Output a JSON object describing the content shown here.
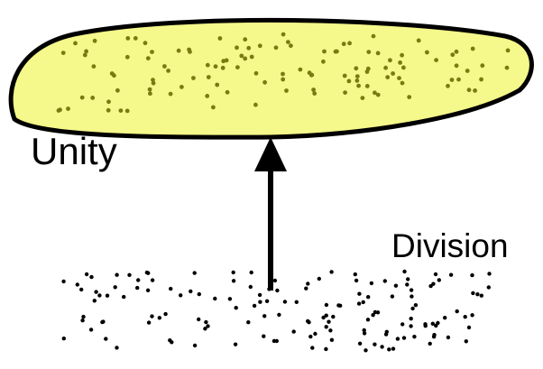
{
  "labels": {
    "unity": "Unity",
    "division": "Division"
  },
  "colors": {
    "blob_fill": "#f5f88a",
    "blob_dots": "#7a7a12",
    "outline": "#000000",
    "scatter_dots": "#000000"
  },
  "arrow": {
    "direction": "up",
    "from": "division",
    "to": "unity"
  }
}
